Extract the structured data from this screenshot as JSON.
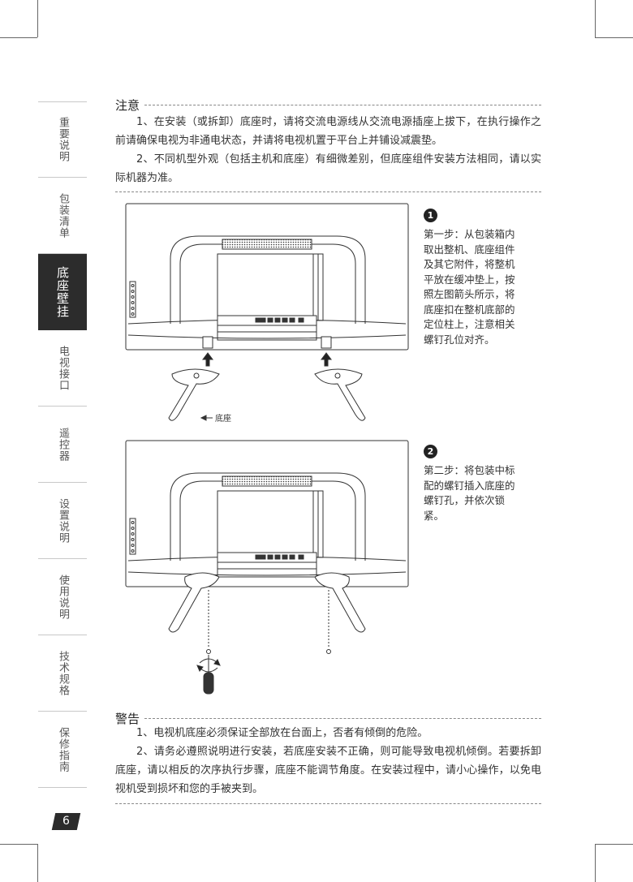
{
  "sidebar": {
    "tabs": [
      {
        "label": "重要说明"
      },
      {
        "label": "包装清单"
      },
      {
        "label": "底座壁挂"
      },
      {
        "label": "电视接口"
      },
      {
        "label": "遥控器"
      },
      {
        "label": "设置说明"
      },
      {
        "label": "使用说明"
      },
      {
        "label": "技术规格"
      },
      {
        "label": "保修指南"
      }
    ],
    "active_index": 2
  },
  "notice": {
    "title": "注意",
    "paragraphs": [
      "1、在安装（或拆卸）底座时，请将交流电源线从交流电源插座上拔下，在执行操作之前请确保电视为非通电状态，并请将电视机置于平台上并铺设减震垫。",
      "2、不同机型外观（包括主机和底座）有细微差别，但底座组件安装方法相同，请以实际机器为准。"
    ]
  },
  "steps": [
    {
      "number": "1",
      "text": "第一步：从包装箱内取出整机、底座组件及其它附件，将整机平放在缓冲垫上，按照左图箭头所示，将底座扣在整机底部的定位柱上，注意相关螺钉孔位对齐。"
    },
    {
      "number": "2",
      "text": "第二步：将包装中标配的螺钉插入底座的螺钉孔，并依次锁紧。"
    }
  ],
  "figure1": {
    "stand_label": "底座"
  },
  "warning": {
    "title": "警告",
    "paragraphs": [
      "1、电视机底座必须保证全部放在台面上，否者有倾倒的危险。",
      "2、请务必遵照说明进行安装，若底座安装不正确，则可能导致电视机倾倒。若要拆卸底座，请以相反的次序执行步骤，底座不能调节角度。在安装过程中，请小心操作，以免电视机受到损坏和您的手被夹到。"
    ]
  },
  "page_number": "6",
  "colors": {
    "active_tab": "#2c2c2c",
    "text": "#333333",
    "line": "#888888"
  }
}
